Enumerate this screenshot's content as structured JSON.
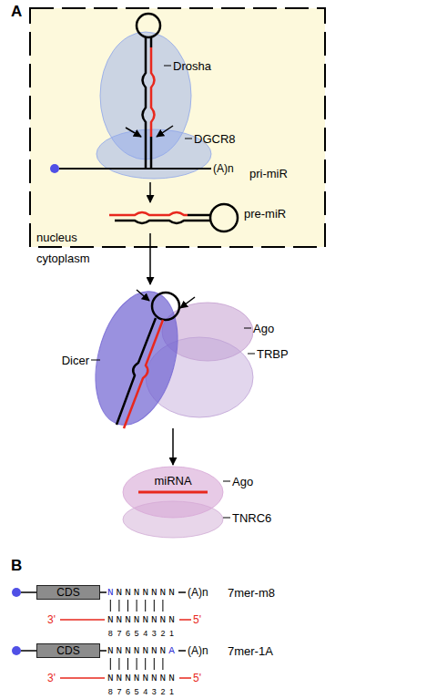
{
  "diagram": {
    "nodes": [
      {
        "text": [
          "nucleus"
        ]
      },
      {
        "text": [
          "Drosha"
        ],
        "in": 0
      },
      {
        "text": [
          "DGCR8"
        ],
        "in": 0
      },
      {
        "text": [
          "Dicer"
        ]
      },
      {
        "text": [
          "Ago"
        ]
      },
      {
        "text": [
          "TRBP"
        ]
      },
      {
        "text": [
          "miRNA",
          "Ago"
        ]
      },
      {
        "text": [
          "TNRC6"
        ]
      },
      {
        "text": [
          "CDS"
        ]
      },
      {
        "text": [
          "CDS"
        ]
      }
    ],
    "edges": [
      {
        "from": 3,
        "to": 6,
        "arrow": "to"
      }
    ],
    "labels": [
      "A",
      "pri-miR",
      "(A)n",
      "pre-miR",
      "cytoplasm",
      "B",
      "N",
      "NNNNNNN",
      "(A)n",
      "7mer-m8",
      "3'",
      "NNNNNNNN",
      "5'",
      "8",
      "7",
      "6",
      "5",
      "4",
      "3",
      "2",
      "1",
      "NNNNNNN",
      "A",
      "(A)n",
      "7mer-1A",
      "3'",
      "NNNNNNNN",
      "5'",
      "8",
      "7",
      "6",
      "5",
      "4",
      "3",
      "2",
      "1"
    ]
  }
}
